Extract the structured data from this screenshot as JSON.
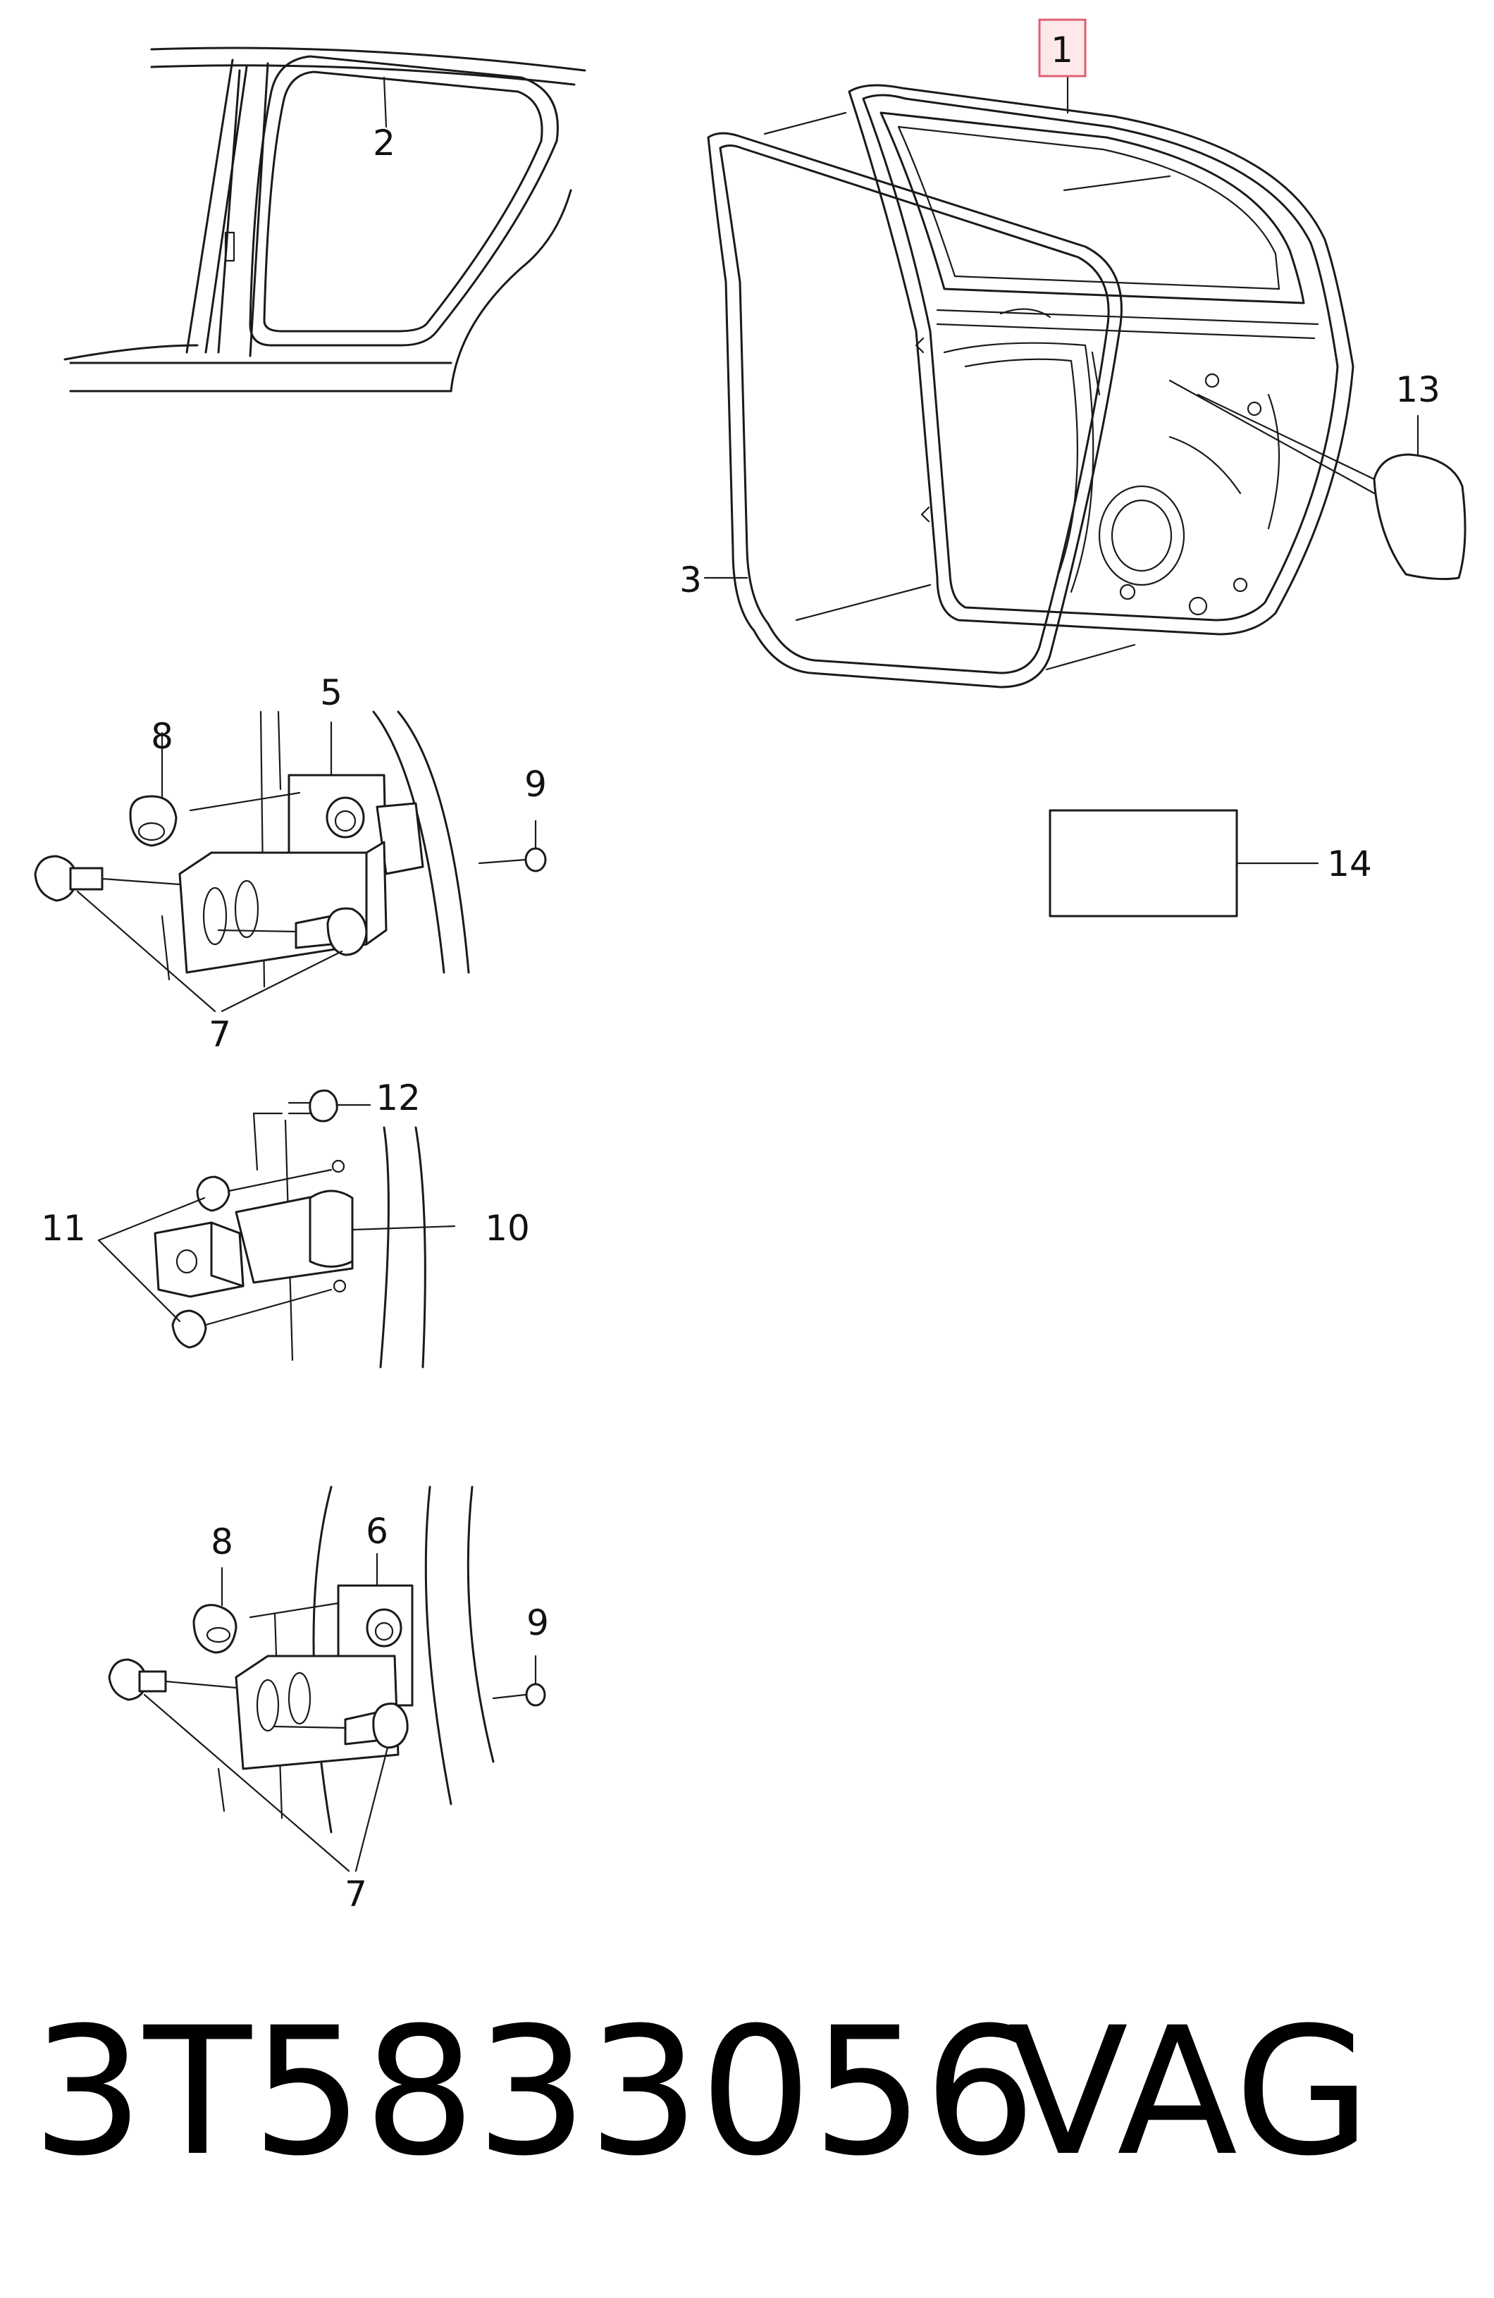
{
  "callouts": {
    "c1": "1",
    "c2": "2",
    "c3": "3",
    "c5": "5",
    "c6": "6",
    "c7a": "7",
    "c7b": "7",
    "c8a": "8",
    "c8b": "8",
    "c9a": "9",
    "c9b": "9",
    "c10": "10",
    "c11": "11",
    "c12": "12",
    "c13": "13",
    "c14": "14"
  },
  "footer": {
    "part_number": "3T5833056",
    "brand": "VAG"
  },
  "colors": {
    "highlight_border": "#e06070",
    "highlight_fill": "#fde8ea",
    "line": "#1a1a1a"
  }
}
